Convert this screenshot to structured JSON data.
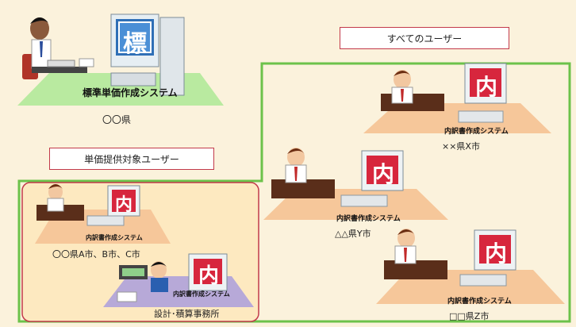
{
  "top": {
    "system_name": "標準単価作成システム",
    "prefecture": "〇〇県",
    "monitor_char": "標"
  },
  "labels": {
    "all_users": "すべてのユーザー",
    "target_users": "単価提供対象ユーザー"
  },
  "nodes": {
    "x_city": {
      "system_name": "内訳書作成システム",
      "place": "××県X市",
      "monitor_char": "内"
    },
    "y_city": {
      "system_name": "内訳書作成システム",
      "place": "△△県Y市",
      "monitor_char": "内"
    },
    "z_city": {
      "system_name": "内訳書作成システム",
      "place": "□□県Z市",
      "monitor_char": "内"
    },
    "abc_city": {
      "system_name": "内訳書作成システム",
      "place": "〇〇県A市、B市、C市",
      "monitor_char": "内"
    },
    "office": {
      "system_name": "内訳書作成システム",
      "place": "設計･積算事務所",
      "monitor_char": "内"
    }
  },
  "colors": {
    "background": "#fbf2dc",
    "green_platform": "#b9eaa0",
    "orange_platform": "#f6c79a",
    "purple_platform": "#b7a9d8",
    "green_border": "#6cc24a",
    "red_border": "#c23a4a"
  }
}
